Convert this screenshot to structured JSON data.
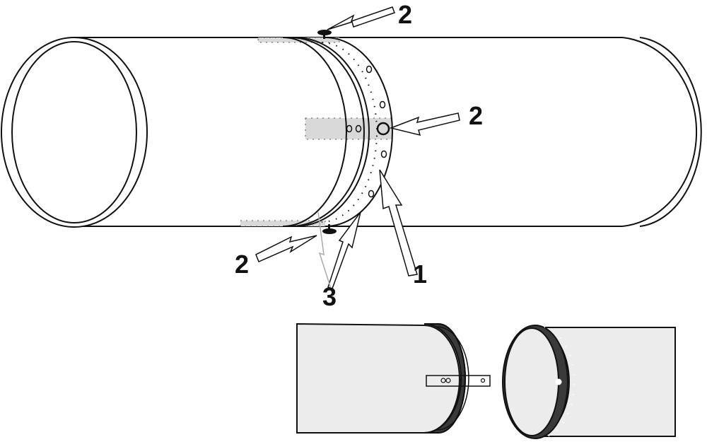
{
  "callouts": [
    {
      "id": "top-clamp",
      "label": "2"
    },
    {
      "id": "side-bolt",
      "label": "2"
    },
    {
      "id": "bottom-clamp",
      "label": "2"
    },
    {
      "id": "ring",
      "label": "1"
    },
    {
      "id": "seal",
      "label": "3"
    }
  ],
  "colors": {
    "stroke": "#111111",
    "fill_gray": "#e6e6e6",
    "band_dark": "#3a3a3a"
  }
}
